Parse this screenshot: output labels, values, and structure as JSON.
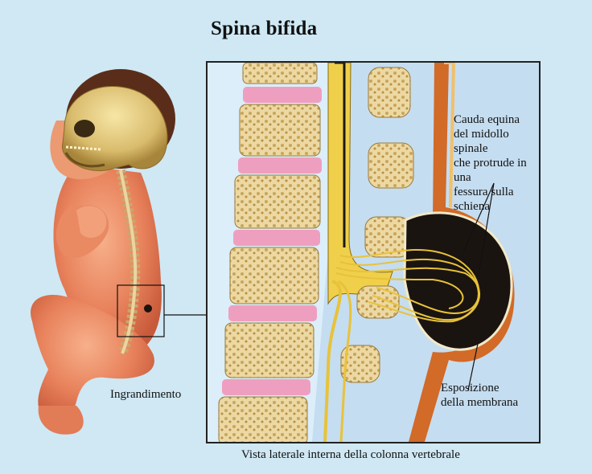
{
  "title": "Spina bifida",
  "labels": {
    "cauda_equina": [
      "Cauda equina",
      "del midollo spinale",
      "che protrude in una",
      "fessura sulla schiena"
    ],
    "membrane": [
      "Esposizione",
      "della membrana"
    ],
    "magnification": "Ingrandimento",
    "caption": "Vista laterale interna della colonna vertebrale"
  },
  "colors": {
    "background": "#cfe8f4",
    "vertebra": "#e9d6a6",
    "disc": "#ee9fc0",
    "nerve": "#e8c23a",
    "sac": "#1a1410",
    "skin": "#e98a63"
  }
}
